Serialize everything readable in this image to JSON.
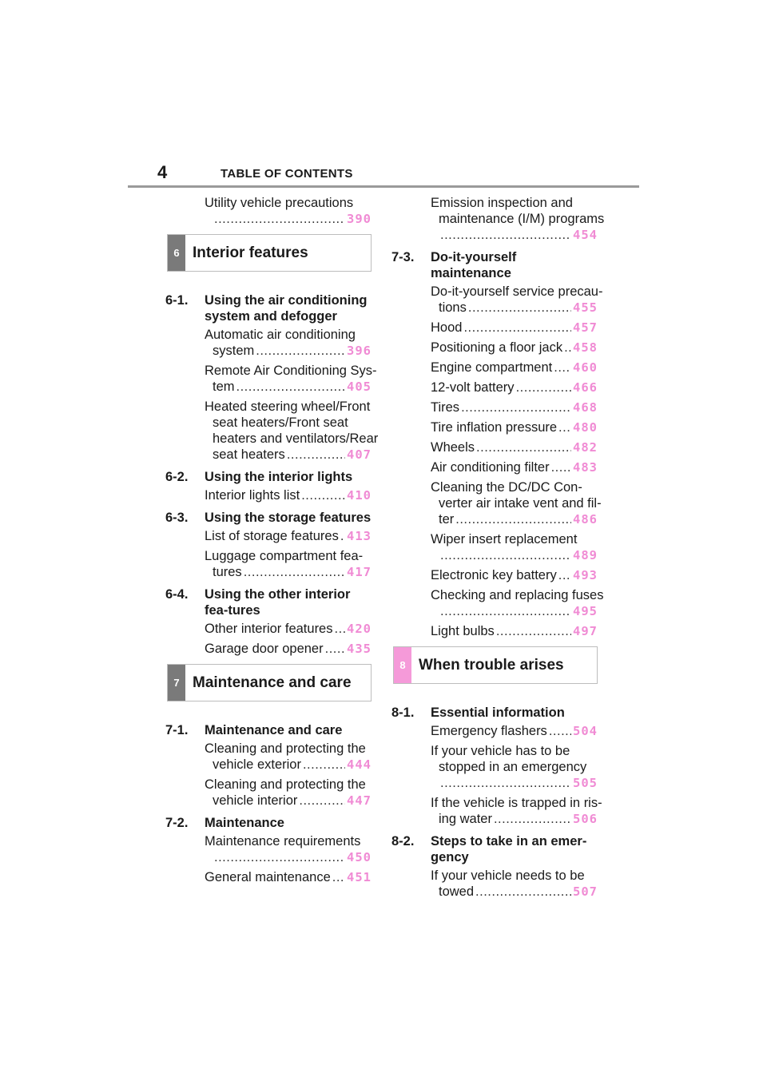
{
  "header": {
    "page_number": "4",
    "title": "TABLE OF CONTENTS"
  },
  "left": {
    "e0": {
      "lines": [
        "Utility vehicle precautions"
      ],
      "last": "",
      "page": "390"
    },
    "ch6": {
      "num": "6",
      "title": "Interior features"
    },
    "s61": {
      "num": "6-1.",
      "title": "Using the air conditioning system and defogger"
    },
    "e1": {
      "lines": [
        "Automatic air conditioning"
      ],
      "last": "system",
      "page": "396"
    },
    "e2": {
      "lines": [
        "Remote Air Conditioning Sys-"
      ],
      "last": "tem",
      "page": "405"
    },
    "e3": {
      "lines": [
        "Heated steering wheel/Front",
        "seat heaters/Front seat",
        "heaters and ventilators/Rear"
      ],
      "last": "seat heaters",
      "page": "407"
    },
    "s62": {
      "num": "6-2.",
      "title": "Using the interior lights"
    },
    "e4": {
      "last": "Interior lights list",
      "page": "410"
    },
    "s63": {
      "num": "6-3.",
      "title": "Using the storage features"
    },
    "e5": {
      "last": "List of storage features",
      "page": "413"
    },
    "e6": {
      "lines": [
        "Luggage compartment fea-"
      ],
      "last": "tures",
      "page": "417"
    },
    "s64": {
      "num": "6-4.",
      "title": "Using the other interior fea-tures"
    },
    "e7": {
      "last": "Other interior features",
      "page": "420"
    },
    "e8": {
      "last": "Garage door opener",
      "page": "435"
    },
    "ch7": {
      "num": "7",
      "title": "Maintenance and care"
    },
    "s71": {
      "num": "7-1.",
      "title": "Maintenance and care"
    },
    "e9": {
      "lines": [
        "Cleaning and protecting the"
      ],
      "last": "vehicle exterior",
      "page": "444"
    },
    "e10": {
      "lines": [
        "Cleaning and protecting the"
      ],
      "last": "vehicle interior",
      "page": "447"
    },
    "s72": {
      "num": "7-2.",
      "title": "Maintenance"
    },
    "e11": {
      "lines": [
        "Maintenance requirements"
      ],
      "last": "",
      "page": "450"
    },
    "e12": {
      "last": "General maintenance",
      "page": "451"
    }
  },
  "right": {
    "e0": {
      "lines": [
        "Emission inspection and",
        "maintenance (I/M) programs"
      ],
      "last": "",
      "page": "454"
    },
    "s73": {
      "num": "7-3.",
      "title": "Do-it-yourself maintenance"
    },
    "e1": {
      "lines": [
        "Do-it-yourself service precau-"
      ],
      "last": "tions",
      "page": "455"
    },
    "e2": {
      "last": "Hood",
      "page": "457"
    },
    "e3": {
      "last": "Positioning a floor jack",
      "page": "458"
    },
    "e4": {
      "last": "Engine compartment",
      "page": "460"
    },
    "e5": {
      "last": "12-volt battery",
      "page": "466"
    },
    "e6": {
      "last": "Tires",
      "page": "468"
    },
    "e7": {
      "last": "Tire inflation pressure",
      "page": "480"
    },
    "e8": {
      "last": "Wheels",
      "page": "482"
    },
    "e9": {
      "last": "Air conditioning filter",
      "page": "483"
    },
    "e10": {
      "lines": [
        "Cleaning the DC/DC Con-",
        "verter air intake vent and fil-"
      ],
      "last": "ter",
      "page": "486"
    },
    "e11": {
      "lines": [
        "Wiper insert replacement"
      ],
      "last": "",
      "page": "489"
    },
    "e12": {
      "last": "Electronic key battery",
      "page": "493"
    },
    "e13": {
      "lines": [
        "Checking and replacing fuses"
      ],
      "last": "",
      "page": "495"
    },
    "e14": {
      "last": "Light bulbs",
      "page": "497"
    },
    "ch8": {
      "num": "8",
      "title": "When trouble arises"
    },
    "s81": {
      "num": "8-1.",
      "title": "Essential information"
    },
    "e15": {
      "last": "Emergency flashers",
      "page": "504"
    },
    "e16": {
      "lines": [
        "If your vehicle has to be",
        "stopped in an emergency"
      ],
      "last": "",
      "page": "505"
    },
    "e17": {
      "lines": [
        "If the vehicle is trapped in ris-"
      ],
      "last": "ing water",
      "page": "506"
    },
    "s82": {
      "num": "8-2.",
      "title": "Steps to take in an emer-gency"
    },
    "e18": {
      "lines": [
        "If your vehicle needs to be"
      ],
      "last": "towed",
      "page": "507"
    }
  }
}
